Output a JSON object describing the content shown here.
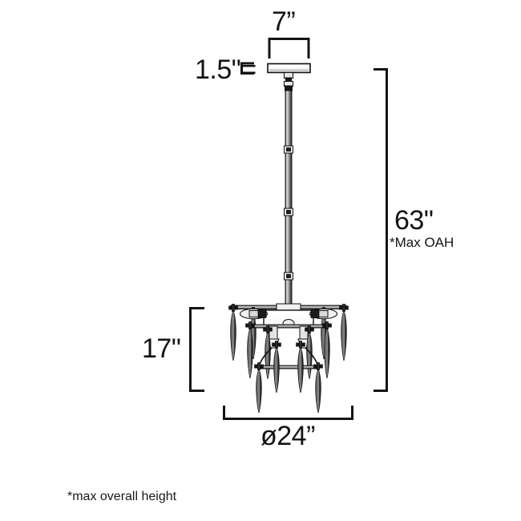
{
  "document": {
    "type": "product-dimension-drawing",
    "subject": "chandelier",
    "background_color": "#ffffff",
    "line_color": "#141414"
  },
  "dimensions": {
    "width_top": {
      "label": "7”",
      "value": 7,
      "unit": "in",
      "name": "canopy-width"
    },
    "canopy_height": {
      "label": "1.5\"=",
      "value": 1.5,
      "unit": "in",
      "name": "canopy-height"
    },
    "overall_height": {
      "label": "63\"",
      "value": 63,
      "unit": "in",
      "note": "*Max OAH",
      "name": "max-overall-height"
    },
    "fixture_height": {
      "label": "17\"",
      "value": 17,
      "unit": "in",
      "name": "fixture-body-height"
    },
    "diameter": {
      "label": "ø24”",
      "value": 24,
      "unit": "in",
      "name": "fixture-diameter"
    }
  },
  "footnote": {
    "text": "*max overall height"
  },
  "fixture": {
    "name": "tiered-crystal-chandelier",
    "parts": [
      {
        "name": "ceiling-canopy",
        "shape": "flat-rectangular-plate"
      },
      {
        "name": "downrod",
        "shape": "vertical-stem-with-couplers",
        "couplers": 4
      },
      {
        "name": "upper-arm-bar",
        "shape": "horizontal-bar"
      },
      {
        "name": "center-body",
        "shape": "rectangular-housing"
      },
      {
        "name": "lamp-sockets",
        "count": 2
      },
      {
        "name": "crystal-blades-tier-1",
        "count": 4
      },
      {
        "name": "crystal-blades-tier-2",
        "count": 4
      },
      {
        "name": "crystal-blades-tier-3",
        "count": 4
      },
      {
        "name": "lower-arm-bar",
        "shape": "horizontal-bar"
      }
    ]
  }
}
